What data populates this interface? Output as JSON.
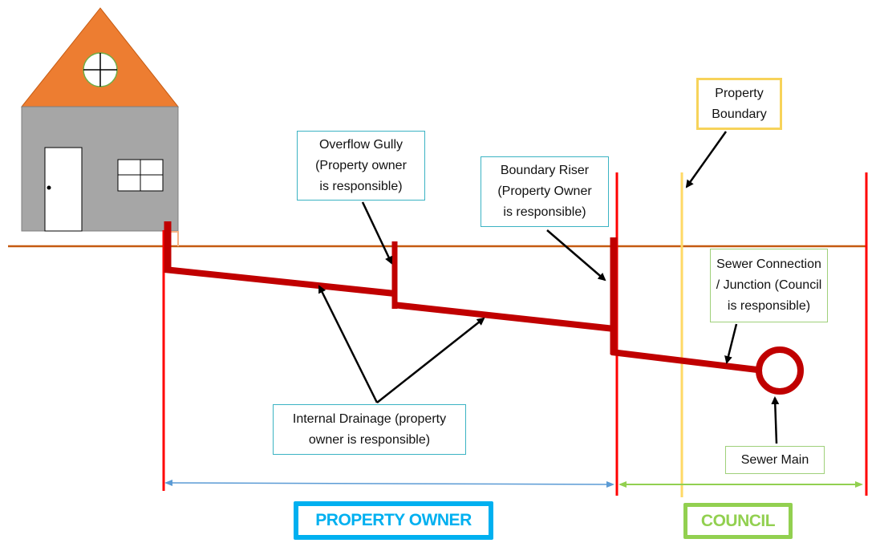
{
  "colors": {
    "pipe": "#c00000",
    "boundary_red": "#ff0000",
    "ground": "#c55a11",
    "property_boundary": "#ffd966",
    "owner_blue": "#00b0f0",
    "council_green": "#92d050",
    "roof": "#ed7d31",
    "wall": "#a6a6a6"
  },
  "labels": {
    "overflow_gully": "Overflow Gully\n(Property owner\nis responsible)",
    "boundary_riser": "Boundary Riser\n(Property Owner\nis responsible)",
    "property_boundary": "Property\nBoundary",
    "sewer_connection": "Sewer Connection\n/ Junction (Council\nis responsible)",
    "internal_drainage": "Internal Drainage (property\nowner is responsible)",
    "sewer_main": "Sewer Main"
  },
  "zones": {
    "property_owner": "PROPERTY OWNER",
    "council": "COUNCIL"
  },
  "icons": {
    "house": "house-icon",
    "door": "door-icon",
    "window": "window-icon",
    "round_window": "round-window-icon"
  }
}
